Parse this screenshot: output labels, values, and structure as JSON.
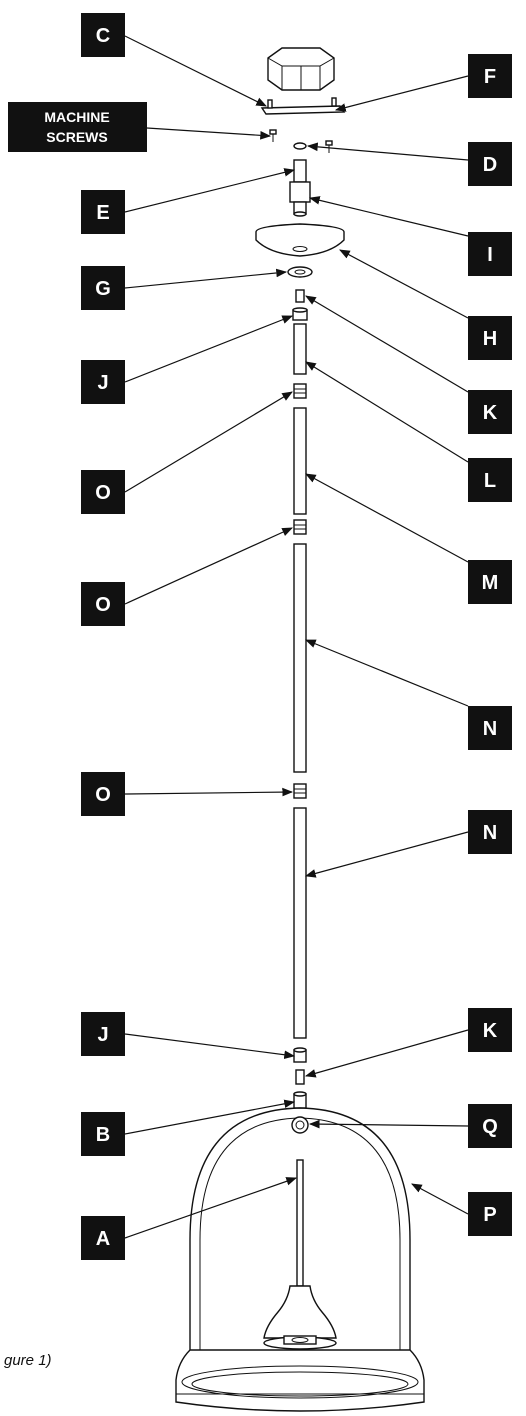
{
  "labels": {
    "C": "C",
    "F": "F",
    "machine_screws_line1": "MACHINE",
    "machine_screws_line2": "SCREWS",
    "D": "D",
    "E": "E",
    "I": "I",
    "G": "G",
    "H": "H",
    "J_top": "J",
    "K_top": "K",
    "O_1": "O",
    "L": "L",
    "M": "M",
    "O_2": "O",
    "N_1": "N",
    "O_3": "O",
    "N_2": "N",
    "J_bottom": "J",
    "K_bottom": "K",
    "Q": "Q",
    "B": "B",
    "A": "A",
    "P": "P"
  },
  "caption": "gure 1)"
}
